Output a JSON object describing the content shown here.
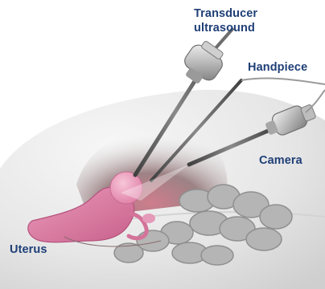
{
  "labels": {
    "transducer_line1": "Transducer",
    "transducer_line2": "ultrasound",
    "handpiece": "Handpiece",
    "camera": "Camera",
    "uterus": "Uterus"
  },
  "colors": {
    "label_text": "#1f3f77",
    "skin": "#e6e6e6",
    "bowel": "#b3b3b3",
    "uterus": "#e07fa6",
    "fibroid": "#ee9ab9",
    "instrument": "#5a5a5a"
  },
  "icons": {
    "transducer": "ultrasound-probe-icon",
    "handpiece": "handpiece-instrument-icon",
    "camera": "laparoscope-camera-icon"
  }
}
